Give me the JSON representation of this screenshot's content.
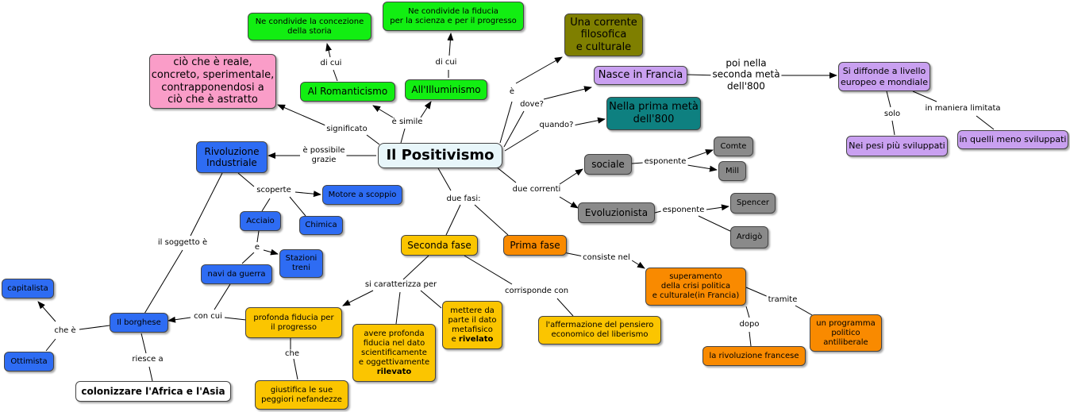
{
  "nodes": {
    "positivismo": "Il Positivismo",
    "corrente": "Una corrente\nfilosofica\ne culturale",
    "francia": "Nasce in Francia",
    "diffonde": "Si diffonde a livello\neuropeo e mondiale",
    "pesi_sviluppati": "Nei pesi più sviluppati",
    "meno_sviluppati": "in quelli meno sviluppati",
    "prima_meta": "Nella prima metà\ndell'800",
    "romanticismo": "Al Romanticismo",
    "illuminismo": "All'Illuminismo",
    "concezione": "Ne condivide la concezione\ndella storia",
    "fiducia_scienza": "Ne condivide la fiducia\nper la scienza e per il progresso",
    "reale": "ciò che è reale,\nconcreto, sperimentale,\ncontrapponendosi a\nciò che è astratto",
    "rivoluzione": "Rivoluzione\nIndustriale",
    "motore": "Motore a scoppio",
    "acciaio": "Acciaio",
    "chimica": "Chimica",
    "stazioni": "Stazioni\ntreni",
    "navi": "navi da guerra",
    "borghese": "Il borghese",
    "capitalista": "capitalista",
    "ottimista": "Ottimista",
    "colonizzare": "colonizzare l'Africa e l'Asia",
    "sociale": "sociale",
    "evoluzionista": "Evoluzionista",
    "comte": "Comte",
    "mill": "Mill",
    "spencer": "Spencer",
    "ardigo": "Ardigò",
    "seconda_fase": "Seconda fase",
    "prima_fase": "Prima fase",
    "profonda_fiducia": "profonda fiducia per\nil progresso",
    "avere_fiducia": "avere profonda\nfiducia nel dato\nscientificamente\ne oggettivamente",
    "avere_fiducia_bold": "rilevato",
    "mettere": "mettere da\nparte il dato\nmetafisico\ne",
    "mettere_bold": "rivelato",
    "giustifica": "giustifica le sue\npeggiori nefandezze",
    "affermazione": "l'affermazione del pensiero\neconomico del liberismo",
    "superamento": "superamento\ndella crisi politica\ne culturale(in Francia)",
    "programma": "un programma\npolitico\nantiliberale",
    "rivoluzione_francese": "la rivoluzione francese"
  },
  "labels": {
    "e": "è",
    "dove": "dove?",
    "quando": "quando?",
    "poi_nella": "poi nella\nseconda metà\ndell'800",
    "solo": "solo",
    "in_maniera": "in maniera limitata",
    "di_cui_1": "di cui",
    "di_cui_2": "di cui",
    "e_simile": "è simile",
    "significato": "significato",
    "possibile": "è possibile\ngrazie",
    "scoperte": "scoperte",
    "e_link": "e",
    "il_soggetto": "il soggetto è",
    "con_cui": "con cui",
    "che_e": "che è",
    "riesce_a": "riesce a",
    "due_correnti": "due correnti",
    "esponente_1": "esponente",
    "esponente_2": "esponente",
    "due_fasi": "due fasi:",
    "caratterizza": "si caratterizza per",
    "corrisponde": "corrisponde con",
    "consiste": "consiste nel",
    "che": "che",
    "tramite": "tramite",
    "dopo": "dopo"
  }
}
